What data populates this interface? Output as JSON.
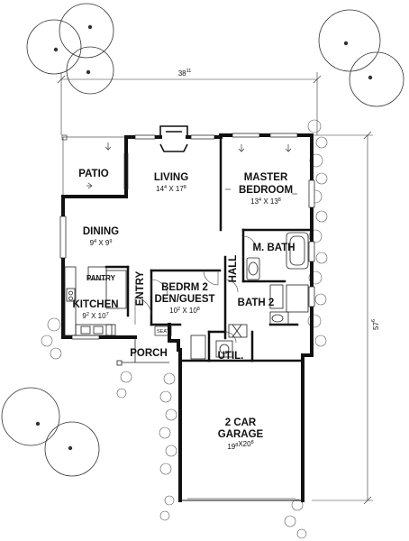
{
  "overall_width": {
    "main": "38",
    "sup": "11"
  },
  "overall_depth": {
    "main": "57",
    "sup": "6"
  },
  "rooms": {
    "patio": {
      "name": "PATIO"
    },
    "living": {
      "name": "LIVING",
      "dim_a": "14",
      "dim_a_sup": "4",
      "dim_b": "X 17",
      "dim_b_sup": "8"
    },
    "master": {
      "name_line1": "MASTER",
      "name_line2": "BEDROOM",
      "dim_a": "13",
      "dim_a_sup": "4",
      "dim_b": "X 13",
      "dim_b_sup": "8"
    },
    "dining": {
      "name": "DINING",
      "dim_a": "9",
      "dim_a_sup": "4",
      "dim_b": "X 9",
      "dim_b_sup": "9"
    },
    "pantry": {
      "name": "PANTRY"
    },
    "kitchen": {
      "name": "KITCHEN",
      "dim_a": "9",
      "dim_a_sup": "2",
      "dim_b": "X 10",
      "dim_b_sup": "7"
    },
    "entry": {
      "name": "ENTRY"
    },
    "bedroom2": {
      "name_line1": "BEDRM 2",
      "name_line2": "DEN/GUEST",
      "dim_a": "10",
      "dim_a_sup": "2",
      "dim_b": "X 10",
      "dim_b_sup": "8"
    },
    "hall": {
      "name": "HALL"
    },
    "mbath": {
      "name": "M. BATH"
    },
    "bath2": {
      "name": "BATH 2"
    },
    "seat": {
      "name": "SEAT"
    },
    "util": {
      "name": "UTIL."
    },
    "porch": {
      "name": "PORCH"
    },
    "garage": {
      "name_line1": "2 CAR",
      "name_line2": "GARAGE",
      "dim_a": "19",
      "dim_a_sup": "8",
      "dim_b": "X20",
      "dim_b_sup": "8"
    }
  }
}
